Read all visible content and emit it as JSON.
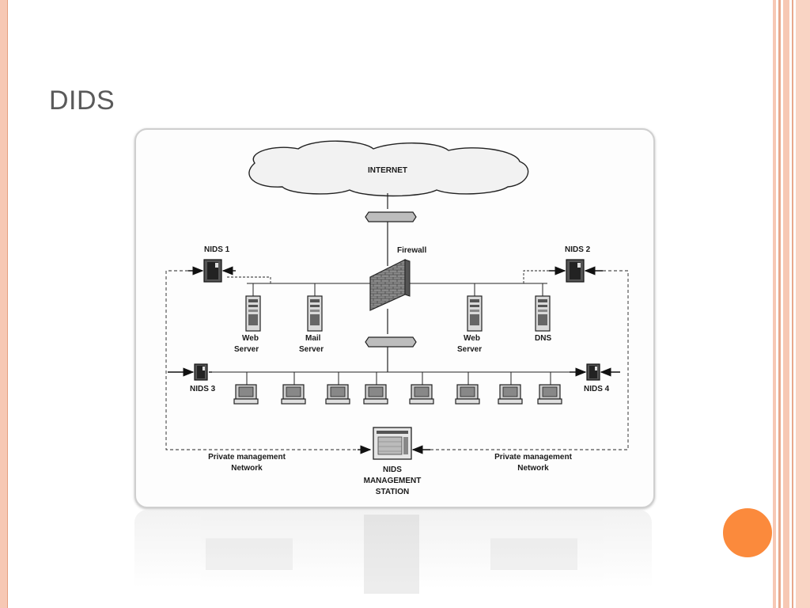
{
  "slide": {
    "title": "DIDS"
  },
  "diagram": {
    "internet": "INTERNET",
    "firewall": "Firewall",
    "nids1": "NIDS 1",
    "nids2": "NIDS 2",
    "nids3": "NIDS 3",
    "nids4": "NIDS 4",
    "web_server_1": [
      "Web",
      "Server"
    ],
    "mail_server": [
      "Mail",
      "Server"
    ],
    "web_server_2": [
      "Web",
      "Server"
    ],
    "dns": "DNS",
    "private_net_left": [
      "Private management",
      "Network"
    ],
    "private_net_right": [
      "Private management",
      "Network"
    ],
    "mgmt_station": [
      "NIDS",
      "MANAGEMENT",
      "STATION"
    ],
    "workstation_count": 8
  },
  "colors": {
    "accent": "#fb8a3c",
    "left_bar": "#f7c8b4",
    "title": "#5a5a5a"
  }
}
